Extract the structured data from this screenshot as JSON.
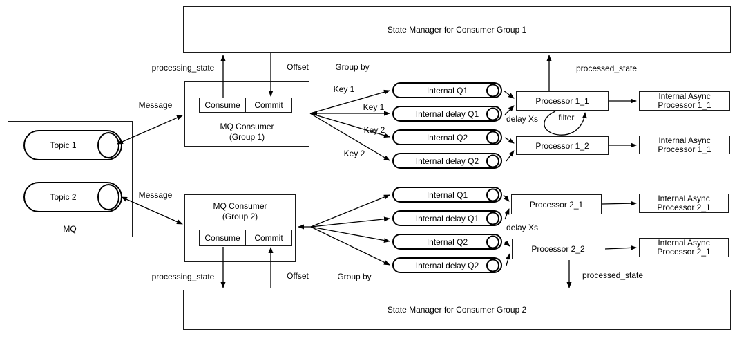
{
  "state_managers": {
    "group1": "State Manager for Consumer Group 1",
    "group2": "State Manager for Consumer Group 2"
  },
  "mq": {
    "label": "MQ",
    "topic1": "Topic 1",
    "topic2": "Topic 2"
  },
  "consumers": {
    "group1": {
      "line1": "MQ Consumer",
      "line2": "(Group 1)",
      "consume": "Consume",
      "commit": "Commit"
    },
    "group2": {
      "line1": "MQ Consumer",
      "line2": "(Group 2)",
      "consume": "Consume",
      "commit": "Commit"
    }
  },
  "queues": {
    "group1": [
      "Internal Q1",
      "Internal delay Q1",
      "Internal Q2",
      "Internal delay Q2"
    ],
    "group2": [
      "Internal Q1",
      "Internal delay Q1",
      "Internal Q2",
      "Internal delay Q2"
    ]
  },
  "processors": {
    "p1_1": "Processor 1_1",
    "p1_2": "Processor 1_2",
    "p2_1": "Processor 2_1",
    "p2_2": "Processor 2_2"
  },
  "async_processors": {
    "a1": {
      "line1": "Internal Async",
      "line2": "Processor 1_1"
    },
    "a2": {
      "line1": "Internal Async",
      "line2": "Processor 1_1"
    },
    "a3": {
      "line1": "Internal Async",
      "line2": "Processor 2_1"
    },
    "a4": {
      "line1": "Internal Async",
      "line2": "Processor 2_1"
    }
  },
  "labels": {
    "group1": {
      "message": "Message",
      "processing_state": "processing_state",
      "offset": "Offset",
      "group_by": "Group by",
      "key_1a": "Key 1",
      "key_1b": "Key 1",
      "key_2a": "Key 2",
      "key_2b": "Key 2",
      "delay": "delay Xs",
      "filter": "filter",
      "processed_state": "processed_state"
    },
    "group2": {
      "message": "Message",
      "processing_state": "processing_state",
      "offset": "Offset",
      "group_by": "Group by",
      "delay": "delay Xs",
      "processed_state": "processed_state"
    }
  },
  "colors": {
    "stroke": "#000000",
    "background": "#ffffff"
  }
}
